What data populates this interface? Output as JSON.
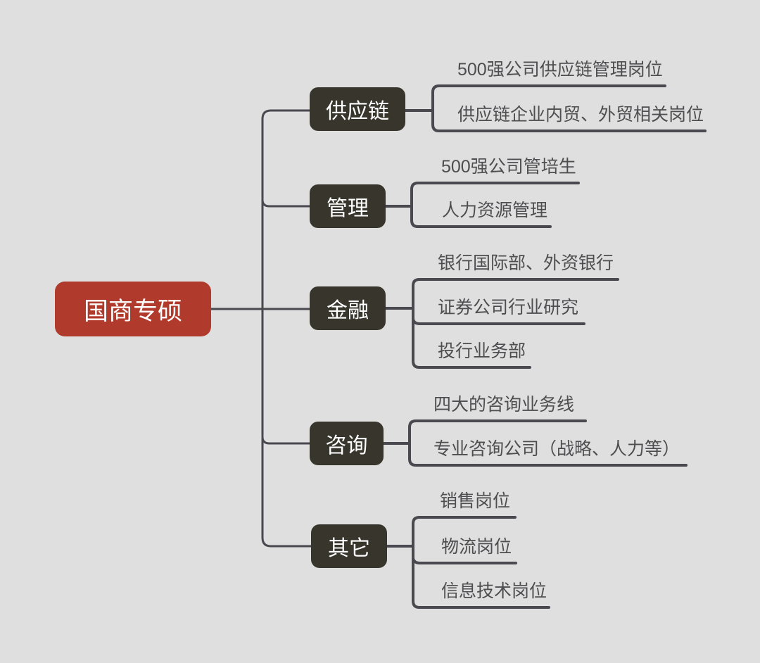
{
  "canvas": {
    "background_color": "#dfdfdf",
    "line_color": "#4a4950",
    "leaf_text_color": "#4e4d4f"
  },
  "root": {
    "label": "国商专硕",
    "color": "#b03b2c",
    "text_color": "#ffffff"
  },
  "branch_color": "#38352c",
  "branches": [
    {
      "label": "供应链",
      "leaves": [
        "500强公司供应链管理岗位",
        "供应链企业内贸、外贸相关岗位"
      ]
    },
    {
      "label": "管理",
      "leaves": [
        "500强公司管培生",
        "人力资源管理"
      ]
    },
    {
      "label": "金融",
      "leaves": [
        "银行国际部、外资银行",
        "证券公司行业研究",
        "投行业务部"
      ]
    },
    {
      "label": "咨询",
      "leaves": [
        "四大的咨询业务线",
        "专业咨询公司（战略、人力等）"
      ]
    },
    {
      "label": "其它",
      "leaves": [
        "销售岗位",
        "物流岗位",
        "信息技术岗位"
      ]
    }
  ]
}
